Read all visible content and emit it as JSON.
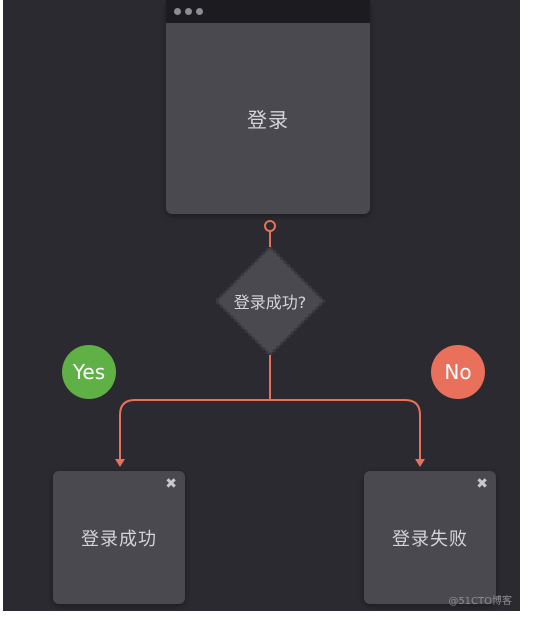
{
  "login": {
    "label": "登录"
  },
  "decision": {
    "label": "登录成功?"
  },
  "branches": {
    "yes": {
      "label": "Yes",
      "color": "#5fb045"
    },
    "no": {
      "label": "No",
      "color": "#e9705b"
    }
  },
  "results": {
    "success": {
      "label": "登录成功",
      "close": "✖"
    },
    "fail": {
      "label": "登录失败",
      "close": "✖"
    }
  },
  "watermark": "@51CTO博客",
  "colors": {
    "connector": "#e9705b",
    "node": "#4a4950",
    "background": "#2b2a30"
  }
}
